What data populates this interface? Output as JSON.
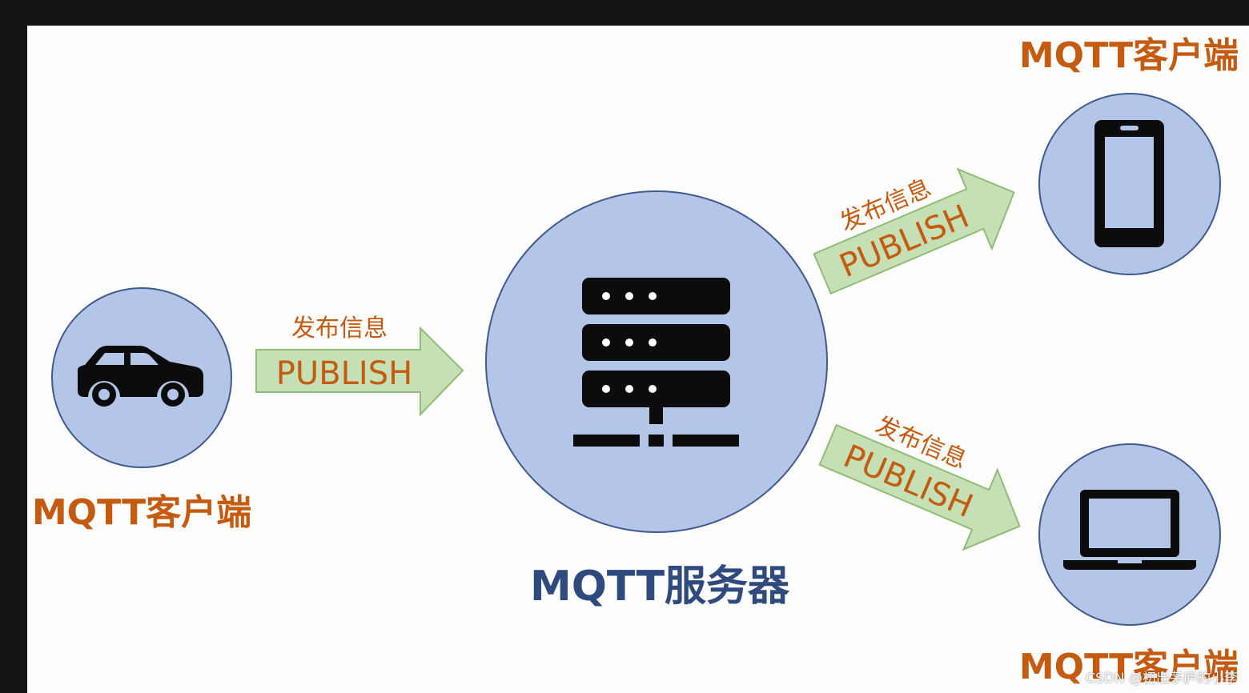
{
  "colors": {
    "frame": "#141414",
    "canvas": "#fdfdfd",
    "node_fill": "#b4c6e7",
    "node_stroke": "#3f5a8c",
    "icon": "#0c0c0c",
    "arrow_fill": "#c5e0b4",
    "arrow_stroke": "#8fbd76",
    "client_label": "#c55a11",
    "server_label": "#2f4a7c"
  },
  "nodes": {
    "publisher": {
      "label": "MQTT客户端",
      "icon": "car-icon"
    },
    "server": {
      "label": "MQTT服务器",
      "icon": "server-icon"
    },
    "subscriber_phone": {
      "label": "MQTT客户端",
      "icon": "smartphone-icon"
    },
    "subscriber_laptop": {
      "label": "MQTT客户端",
      "icon": "laptop-icon"
    }
  },
  "arrows": {
    "to_server": {
      "title": "发布信息",
      "label": "PUBLISH"
    },
    "to_phone": {
      "title": "发布信息",
      "label": "PUBLISH"
    },
    "to_laptop": {
      "title": "发布信息",
      "label": "PUBLISH"
    }
  },
  "watermark": "CSDN @初出茅庐的小李"
}
